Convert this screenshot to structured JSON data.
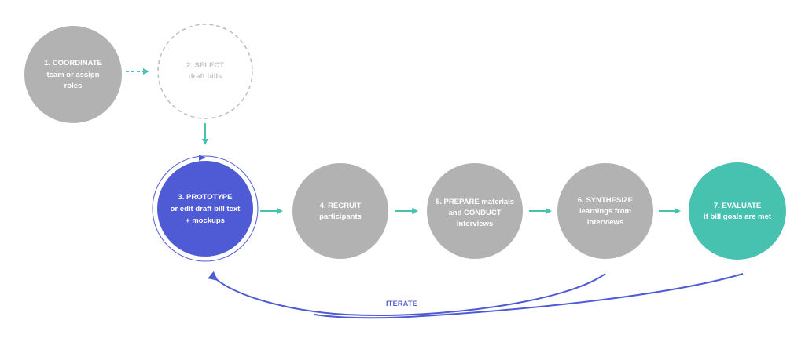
{
  "colors": {
    "gray": "#b2b2b2",
    "gray_dark": "#aeaeae",
    "blue": "#4f5bd5",
    "teal": "#48c2b0",
    "dashed_outline": "#bdbdbd",
    "ghost_text": "#c4c4c4",
    "white_text": "#ffffff"
  },
  "steps": [
    {
      "id": "coordinate",
      "title": "1. COORDINATE",
      "lines": [
        "team or assign",
        "roles"
      ]
    },
    {
      "id": "select",
      "title": "2. SELECT",
      "lines": [
        "draft bills"
      ]
    },
    {
      "id": "prototype",
      "title": "3. PROTOTYPE",
      "lines": [
        "or edit draft bill text",
        "+ mockups"
      ]
    },
    {
      "id": "recruit",
      "title": "4. RECRUIT",
      "lines": [
        "participants"
      ]
    },
    {
      "id": "prepare",
      "title": "5. PREPARE materials",
      "lines": [
        "and CONDUCT",
        "interviews"
      ]
    },
    {
      "id": "synthesize",
      "title": "6. SYNTHESIZE",
      "lines": [
        "learnings from",
        "interviews"
      ]
    },
    {
      "id": "evaluate",
      "title": "7. EVALUATE",
      "lines": [
        "if bill goals are met"
      ]
    }
  ],
  "iterate_label": "ITERATE"
}
